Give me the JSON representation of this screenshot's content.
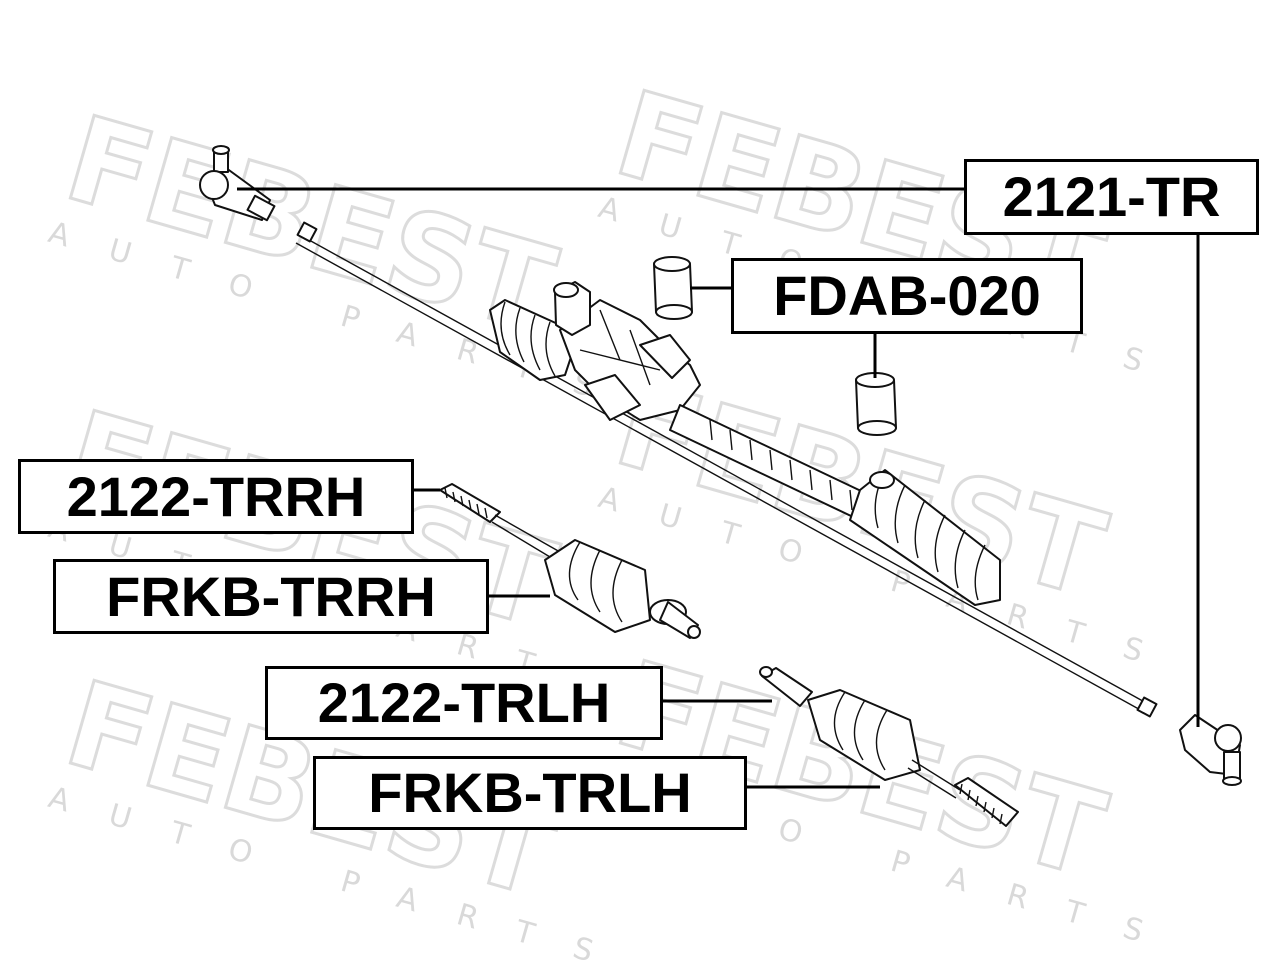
{
  "watermark": {
    "brand": "FEBEST",
    "tagline": "AUTO PARTS",
    "color": "#dcdcdc"
  },
  "callouts": [
    {
      "id": "tie-rod-end",
      "part_number": "2121-TR"
    },
    {
      "id": "rack-bushing",
      "part_number": "FDAB-020"
    },
    {
      "id": "axle-rod-right",
      "part_number": "2122-TRRH"
    },
    {
      "id": "boot-right",
      "part_number": "FRKB-TRRH"
    },
    {
      "id": "axle-rod-left",
      "part_number": "2122-TRLH"
    },
    {
      "id": "boot-left",
      "part_number": "FRKB-TRLH"
    }
  ],
  "colors": {
    "line": "#000000",
    "background": "#ffffff"
  }
}
